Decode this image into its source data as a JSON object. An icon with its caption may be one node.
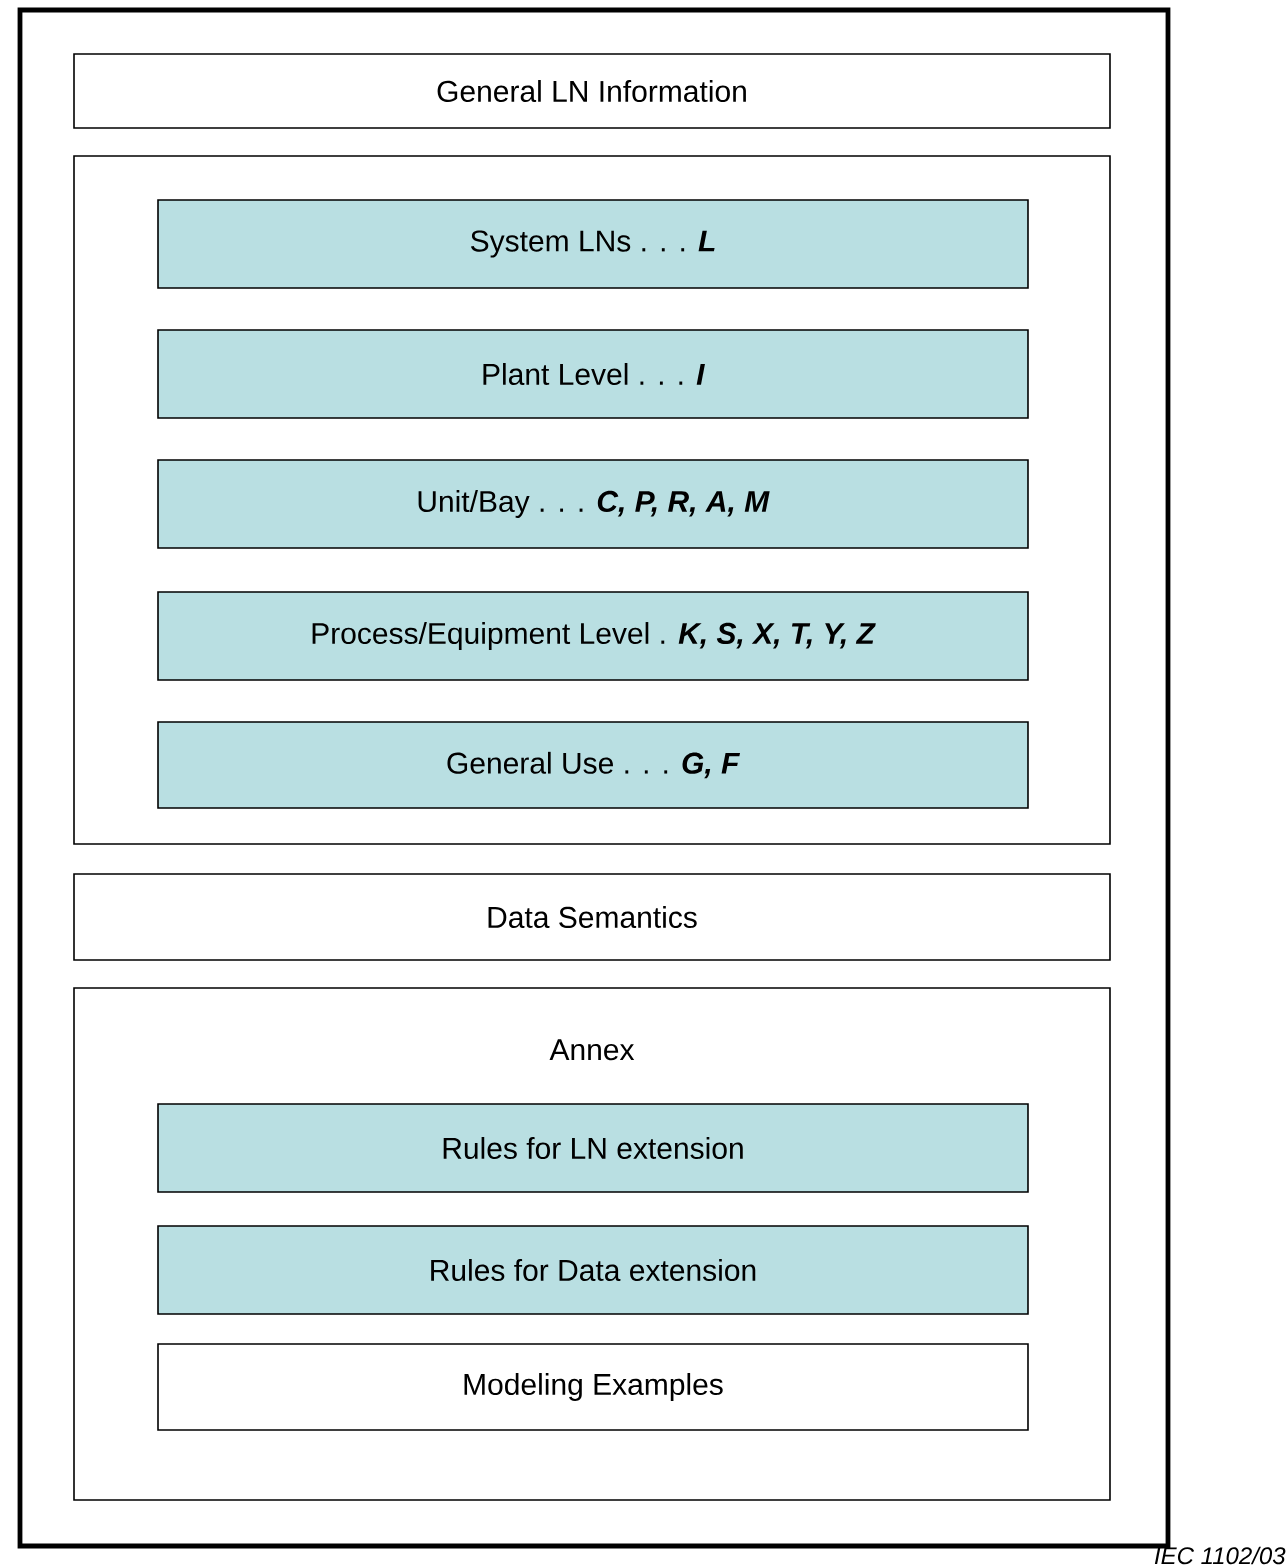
{
  "diagram": {
    "nodes": [
      {
        "text": [],
        "shape": "box"
      },
      {
        "text": [
          "General LN Information"
        ],
        "in": 0
      },
      {
        "text": [],
        "shape": "box",
        "in": 0
      },
      {
        "text": [
          "System LNs . . . **L**"
        ],
        "in": 2
      },
      {
        "text": [
          "Plant Level . . . **I**"
        ],
        "in": 2
      },
      {
        "text": [
          "Unit/Bay . . . **C, P, R, A, M**"
        ],
        "in": 2
      },
      {
        "text": [
          "Process/Equipment Level . **K, S, X, T, Y, Z**"
        ],
        "in": 2
      },
      {
        "text": [
          "General Use . . . **G, F**"
        ],
        "in": 2
      },
      {
        "text": [
          "Data Semantics"
        ],
        "in": 0
      },
      {
        "text": [
          "Annex"
        ],
        "in": 0
      },
      {
        "text": [
          "Rules for LN extension"
        ],
        "in": 9
      },
      {
        "text": [
          "Rules for Data extension"
        ],
        "in": 9
      },
      {
        "text": [
          "Modeling Examples"
        ],
        "in": 9
      }
    ],
    "labels": [
      "IEC 1102/03"
    ]
  }
}
